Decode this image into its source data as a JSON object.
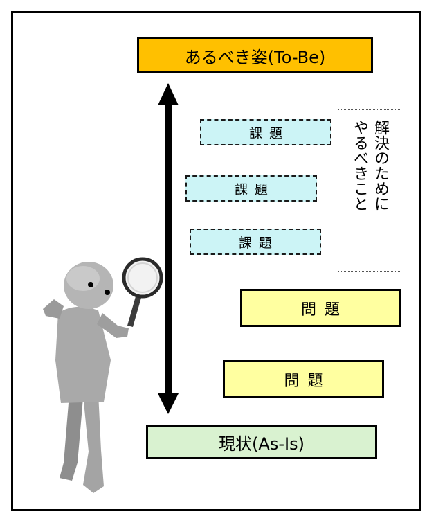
{
  "to_be": "あるべき姿(To-Be)",
  "as_is": "現状(As-Is)",
  "issues": [
    "課題",
    "課題",
    "課題"
  ],
  "problems": [
    "問題",
    "問題"
  ],
  "note": "解決のために\nやるべきこと"
}
